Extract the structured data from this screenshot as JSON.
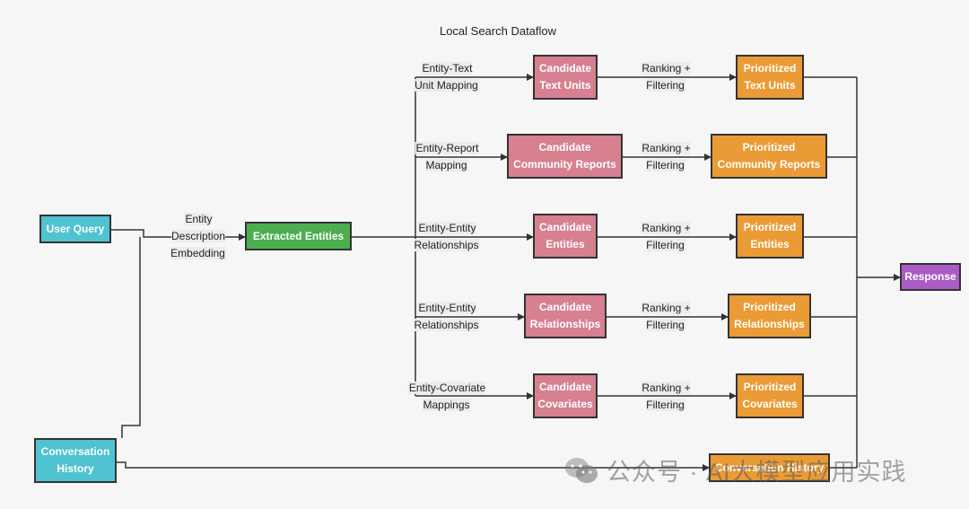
{
  "title": "Local Search Dataflow",
  "nodes": {
    "user_query": "User Query",
    "conversation_history": "Conversation\nHistory",
    "extracted_entities": "Extracted Entities",
    "cand_text_units": "Candidate\nText Units",
    "cand_community_reports": "Candidate\nCommunity Reports",
    "cand_entities": "Candidate\nEntities",
    "cand_relationships": "Candidate\nRelationships",
    "cand_covariates": "Candidate\nCovariates",
    "prio_text_units": "Prioritized\nText Units",
    "prio_community_reports": "Prioritized\nCommunity Reports",
    "prio_entities": "Prioritized\nEntities",
    "prio_relationships": "Prioritized\nRelationships",
    "prio_covariates": "Prioritized\nCovariates",
    "response": "Response",
    "conversation_history_out": "Conversation History"
  },
  "edges": {
    "embedding": "Entity\nDescription\nEmbedding",
    "text_unit_mapping": "Entity-Text\nUnit Mapping",
    "report_mapping": "Entity-Report\nMapping",
    "entity_relationships_1": "Entity-Entity\nRelationships",
    "entity_relationships_2": "Entity-Entity\nRelationships",
    "covariate_mappings": "Entity-Covariate\nMappings",
    "ranking_filtering": "Ranking +\nFiltering"
  },
  "watermark": "公众号 · AI大模型应用实践",
  "colors": {
    "cyan": "#4fc3cf",
    "green": "#4cae4f",
    "pink": "#d68090",
    "orange": "#eb9b35",
    "purple": "#a95cc6",
    "line": "#333333"
  }
}
